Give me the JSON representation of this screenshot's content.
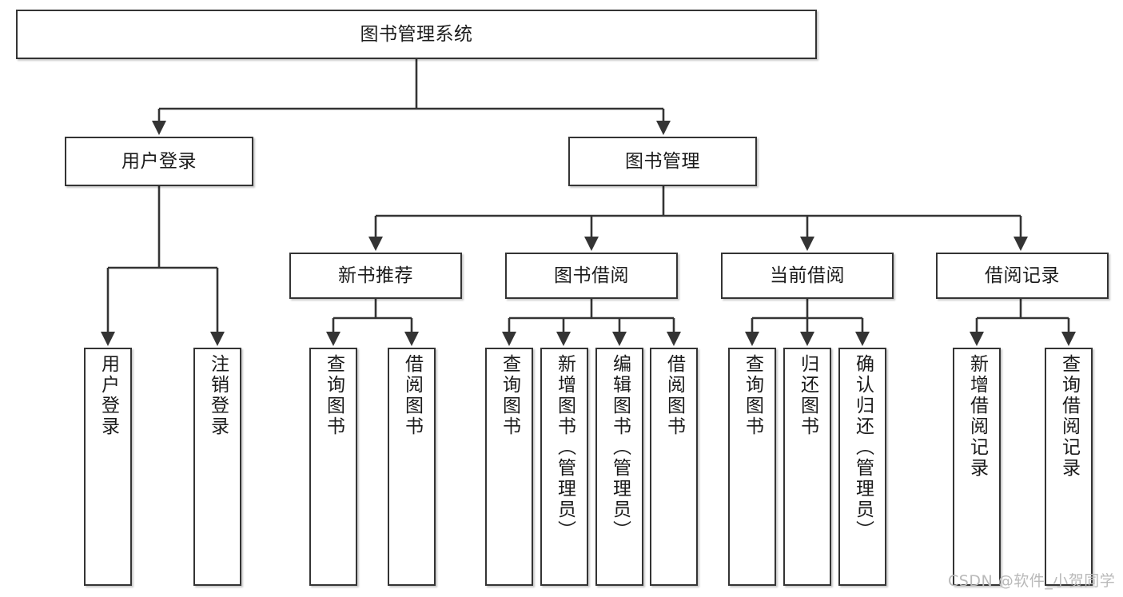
{
  "diagram": {
    "title": "图书管理系统",
    "type": "functional-structure-tree",
    "root": {
      "id": "root",
      "label": "图书管理系统"
    },
    "level2": [
      {
        "id": "user-login",
        "label": "用户登录"
      },
      {
        "id": "book-manage",
        "label": "图书管理"
      }
    ],
    "level3": [
      {
        "id": "new-book-recommend",
        "label": "新书推荐"
      },
      {
        "id": "book-borrow",
        "label": "图书借阅"
      },
      {
        "id": "current-borrow",
        "label": "当前借阅"
      },
      {
        "id": "borrow-record",
        "label": "借阅记录"
      }
    ],
    "leaves": {
      "user_login": [
        {
          "id": "leaf-user-login",
          "label": "用户登录"
        },
        {
          "id": "leaf-logout",
          "label": "注销登录"
        }
      ],
      "new_book_recommend": [
        {
          "id": "leaf-query-book-1",
          "label": "查询图书"
        },
        {
          "id": "leaf-borrow-book-1",
          "label": "借阅图书"
        }
      ],
      "book_borrow": [
        {
          "id": "leaf-query-book-2",
          "label": "查询图书"
        },
        {
          "id": "leaf-add-book",
          "label": "新增图书（管理员）"
        },
        {
          "id": "leaf-edit-book",
          "label": "编辑图书（管理员）"
        },
        {
          "id": "leaf-borrow-book-2",
          "label": "借阅图书"
        }
      ],
      "current_borrow": [
        {
          "id": "leaf-query-book-3",
          "label": "查询图书"
        },
        {
          "id": "leaf-return-book",
          "label": "归还图书"
        },
        {
          "id": "leaf-confirm-return",
          "label": "确认归还（管理员）"
        }
      ],
      "borrow_record": [
        {
          "id": "leaf-add-record",
          "label": "新增借阅记录"
        },
        {
          "id": "leaf-query-record",
          "label": "查询借阅记录"
        }
      ]
    }
  },
  "watermark": {
    "text": "CSDN @软件_小贺同学"
  },
  "colors": {
    "border": "#343434",
    "text": "#1b1b1b",
    "background": "#ffffff",
    "edge": "#343434",
    "watermark": "#b9b9b9"
  }
}
